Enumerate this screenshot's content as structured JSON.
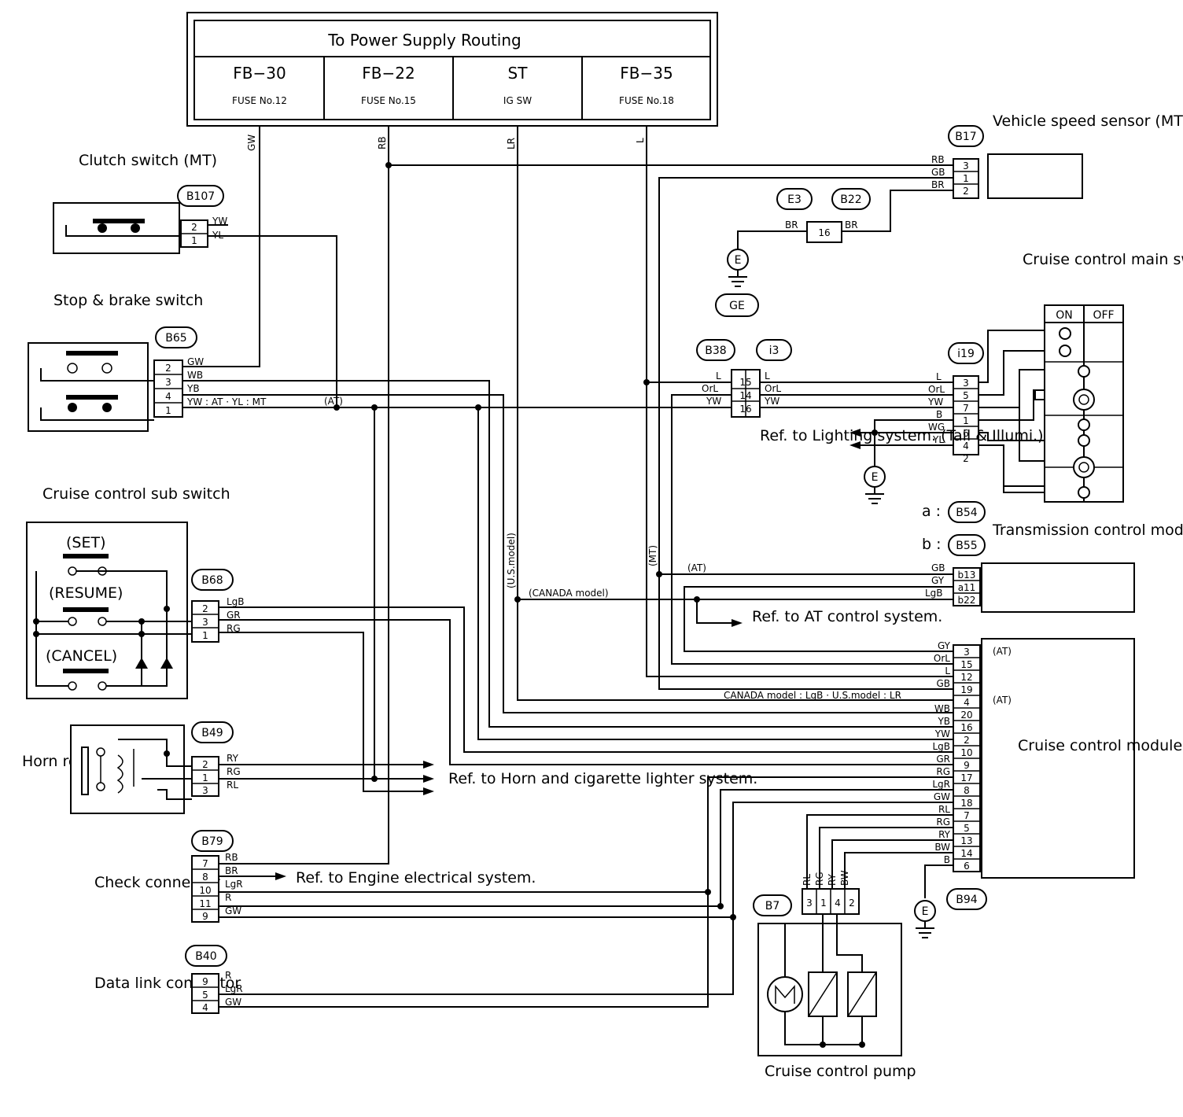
{
  "power": {
    "title": "To Power Supply Routing",
    "columns": [
      {
        "fb": "FB−30",
        "fuse": "FUSE No.12"
      },
      {
        "fb": "FB−22",
        "fuse": "FUSE No.15"
      },
      {
        "fb": "ST",
        "fuse": "IG SW"
      },
      {
        "fb": "FB−35",
        "fuse": "FUSE No.18"
      }
    ],
    "wires": [
      "GW",
      "RB",
      "LR",
      "L"
    ]
  },
  "components": {
    "clutch": "Clutch switch (MT)",
    "stop": "Stop & brake switch",
    "sub_switch": "Cruise control sub switch",
    "set": "(SET)",
    "resume": "(RESUME)",
    "cancel": "(CANCEL)",
    "horn": "Horn reay",
    "check": "Check connector",
    "datalink": "Data link connector",
    "vss": "Vehicle speed sensor (MT)",
    "main_switch": "Cruise control main switch",
    "on": "ON",
    "off": "OFF",
    "tcm": "Transmission control module",
    "ccm": "Cruise control module",
    "pump": "Cruise control pump"
  },
  "connectors": {
    "b107": "B107",
    "b65": "B65",
    "b68": "B68",
    "b49": "B49",
    "b79": "B79",
    "b40": "B40",
    "b17": "B17",
    "e3": "E3",
    "b22": "B22",
    "b38": "B38",
    "i3": "i3",
    "i19": "i19",
    "b54": "B54",
    "b55": "B55",
    "b7": "B7",
    "b94": "B94",
    "ge": "GE",
    "e": "E"
  },
  "tcm_labels": {
    "a": "a :",
    "b": "b :"
  },
  "refs": {
    "lighting": "Ref. to Lighting system. (Tail & Illumi.)",
    "at": "Ref. to AT control system.",
    "horn": "Ref. to Horn and cigarette lighter system.",
    "engine": "Ref. to Engine electrical system."
  },
  "notes": {
    "at": "(AT)",
    "mt": "(MT)",
    "us": "(U.S.model)",
    "canada": "(CANADA model)",
    "ccm_note": "CANADA model : LgB · U.S.model : LR",
    "b65_note": "YW : AT · YL : MT"
  },
  "pins": {
    "b107": [
      {
        "pin": "2",
        "wire": "YW"
      },
      {
        "pin": "1",
        "wire": "YL"
      }
    ],
    "b65": [
      {
        "pin": "2",
        "wire": "GW"
      },
      {
        "pin": "3",
        "wire": "WB"
      },
      {
        "pin": "4",
        "wire": "YB"
      },
      {
        "pin": "1",
        "wire": ""
      }
    ],
    "b17": [
      {
        "pin": "3",
        "wire": "RB"
      },
      {
        "pin": "1",
        "wire": "GB"
      },
      {
        "pin": "2",
        "wire": "BR"
      }
    ],
    "e3b22": {
      "pin": "16",
      "left": "BR",
      "right": "BR"
    },
    "b38": [
      {
        "pin": "15",
        "wire": "L"
      },
      {
        "pin": "14",
        "wire": "OrL"
      },
      {
        "pin": "16",
        "wire": "YW"
      }
    ],
    "i3": [
      "L",
      "OrL",
      "YW"
    ],
    "i19": [
      {
        "pin": "3",
        "wire": "L"
      },
      {
        "pin": "5",
        "wire": "OrL"
      },
      {
        "pin": "7",
        "wire": "YW"
      },
      {
        "pin": "1",
        "wire": "B"
      },
      {
        "pin": "6",
        "wire": "WG"
      },
      {
        "pin": "4",
        "wire": "YL"
      },
      {
        "pin": "2",
        "wire": ""
      }
    ],
    "tcm": [
      {
        "pin": "b13",
        "wire": "GB"
      },
      {
        "pin": "a11",
        "wire": "GY"
      },
      {
        "pin": "b22",
        "wire": "LgB"
      }
    ],
    "b68": [
      {
        "pin": "2",
        "wire": "LgB"
      },
      {
        "pin": "3",
        "wire": "GR"
      },
      {
        "pin": "1",
        "wire": "RG"
      }
    ],
    "b49": [
      {
        "pin": "2",
        "wire": "RY"
      },
      {
        "pin": "1",
        "wire": "RG"
      },
      {
        "pin": "3",
        "wire": "RL"
      }
    ],
    "b79": [
      {
        "pin": "7",
        "wire": "RB"
      },
      {
        "pin": "8",
        "wire": "BR"
      },
      {
        "pin": "10",
        "wire": "LgR"
      },
      {
        "pin": "11",
        "wire": "R"
      },
      {
        "pin": "9",
        "wire": "GW"
      }
    ],
    "b40": [
      {
        "pin": "9",
        "wire": "R"
      },
      {
        "pin": "5",
        "wire": "LgR"
      },
      {
        "pin": "4",
        "wire": "GW"
      }
    ],
    "ccm": [
      {
        "pin": "3",
        "wire": "GY"
      },
      {
        "pin": "15",
        "wire": "OrL"
      },
      {
        "pin": "12",
        "wire": "L"
      },
      {
        "pin": "19",
        "wire": "GB"
      },
      {
        "pin": "4",
        "wire": ""
      },
      {
        "pin": "20",
        "wire": "WB"
      },
      {
        "pin": "16",
        "wire": "YB"
      },
      {
        "pin": "2",
        "wire": "YW"
      },
      {
        "pin": "10",
        "wire": "LgB"
      },
      {
        "pin": "9",
        "wire": "GR"
      },
      {
        "pin": "17",
        "wire": "RG"
      },
      {
        "pin": "8",
        "wire": "LgR"
      },
      {
        "pin": "18",
        "wire": "GW"
      },
      {
        "pin": "7",
        "wire": "RL"
      },
      {
        "pin": "5",
        "wire": "RG"
      },
      {
        "pin": "13",
        "wire": "RY"
      },
      {
        "pin": "14",
        "wire": "BW"
      },
      {
        "pin": "6",
        "wire": "B"
      }
    ],
    "b7": [
      {
        "pin": "3",
        "wire": "RL"
      },
      {
        "pin": "1",
        "wire": "RG"
      },
      {
        "pin": "4",
        "wire": "RY"
      },
      {
        "pin": "2",
        "wire": "BW"
      }
    ]
  }
}
